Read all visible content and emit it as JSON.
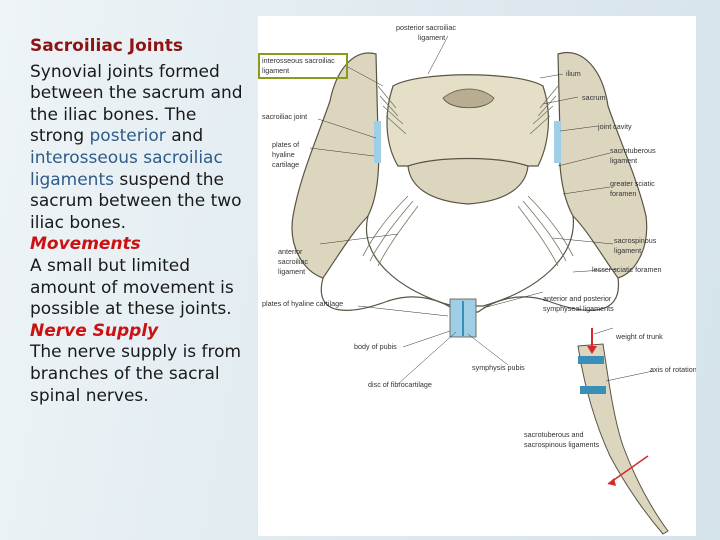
{
  "slide": {
    "title": "Sacroiliac Joints",
    "body_lines": [
      "Synovial joints formed",
      "between the sacrum and",
      "the iliac bones. The"
    ],
    "line4_pre": "strong ",
    "line4_blue": "posterior",
    "line4_post": " and",
    "line5_blue": "interosseous sacroiliac",
    "line6_blue": "ligaments",
    "line6_post": " suspend the",
    "body_lines_2": [
      "sacrum between the two",
      "iliac bones."
    ],
    "heading_movements": "Movements",
    "movements_lines": [
      "A small but limited",
      "amount of movement is",
      "possible at these joints."
    ],
    "heading_nerve": "Nerve Supply",
    "nerve_lines": [
      "The nerve supply is from",
      "branches of the sacral",
      "spinal nerves."
    ]
  },
  "figure": {
    "labels": {
      "posterior_sacroiliac": [
        "posterior sacroiliac",
        "ligament"
      ],
      "interosseous_sacroiliac": [
        "interosseous sacroiliac",
        "ligament"
      ],
      "ilium": "ilium",
      "sacrum": "sacrum",
      "sacroiliac_joint": "sacroiliac joint",
      "joint_cavity": "joint cavity",
      "plates_hyaline": [
        "plates of",
        "hyaline",
        "cartilage"
      ],
      "sacrotuberous": [
        "sacrotuberous",
        "ligament"
      ],
      "greater_sciatic": [
        "greater sciatic",
        "foramen"
      ],
      "anterior_sacroiliac": [
        "anterior",
        "sacroiliac",
        "ligament"
      ],
      "sacrospinous": [
        "sacrospinous",
        "ligament"
      ],
      "lesser_sciatic": "lesser sciatic foramen",
      "plates_hyaline_2": "plates of hyaline cartilage",
      "symphyseal": [
        "anterior and posterior",
        "symphyseal ligaments"
      ],
      "weight_trunk": "weight of trunk",
      "body_pubis": "body of pubis",
      "symphysis": "symphysis pubis",
      "axis_rotation": "axis of rotation",
      "disc": "disc of fibrocartilage",
      "sacrotuberous_sacrospinous": [
        "sacrotuberous and",
        "sacrospinous ligaments"
      ]
    },
    "colors": {
      "bone": "#ddd6bf",
      "bone_stroke": "#5a5444",
      "cartilage": "#9ecfe6",
      "ligament": "#6e7a5e",
      "arrow": "#d8282c",
      "sacrum_blue": "#3a8fb8",
      "highlight": "#8a9a1c"
    }
  }
}
